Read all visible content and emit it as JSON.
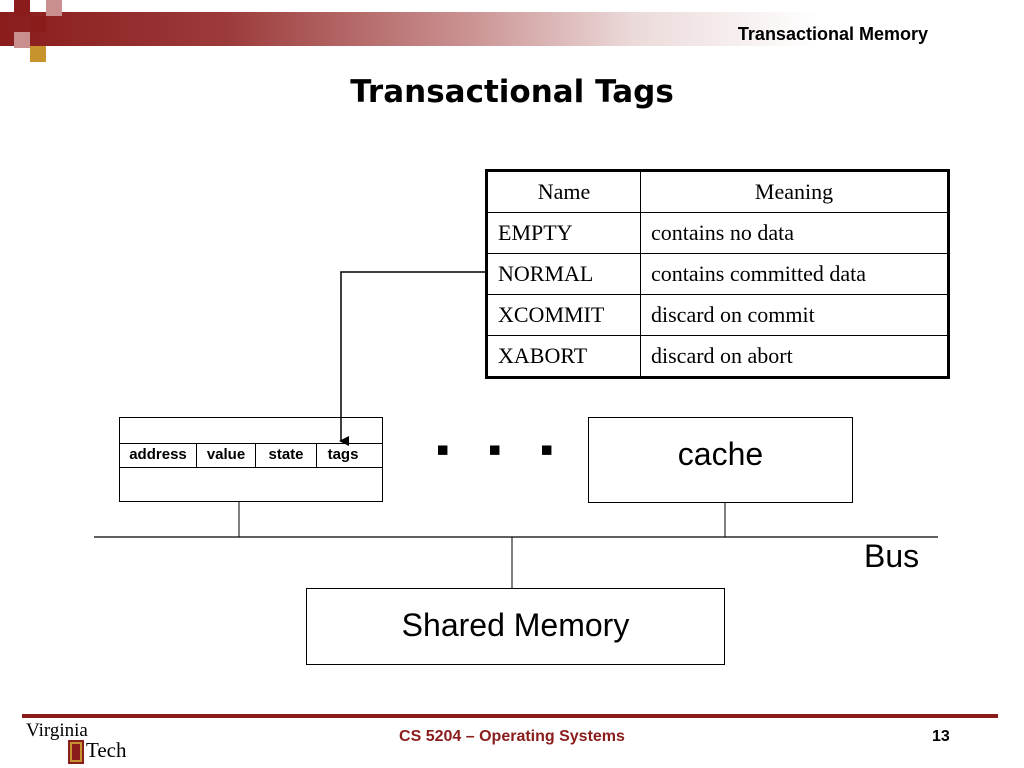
{
  "header": {
    "title": "Transactional Memory"
  },
  "slide": {
    "title": "Transactional Tags"
  },
  "tag_table": {
    "headers": [
      "Name",
      "Meaning"
    ],
    "rows": [
      [
        "EMPTY",
        "contains no data"
      ],
      [
        "NORMAL",
        "contains committed data"
      ],
      [
        "XCOMMIT",
        "discard on commit"
      ],
      [
        "XABORT",
        "discard on abort"
      ]
    ]
  },
  "cache_line": {
    "fields": [
      "address",
      "value",
      "state",
      "tags"
    ]
  },
  "diagram": {
    "ellipsis": "▪ ▪ ▪",
    "cache_label": "cache",
    "bus_label": "Bus",
    "memory_label": "Shared Memory"
  },
  "footer": {
    "course": "CS 5204 – Operating Systems",
    "page": "13",
    "logo_top": "Virginia",
    "logo_bottom": "Tech"
  },
  "colors": {
    "accent": "#8a1c1c",
    "accent_light": "#c98f8f",
    "gold": "#c8922c"
  }
}
